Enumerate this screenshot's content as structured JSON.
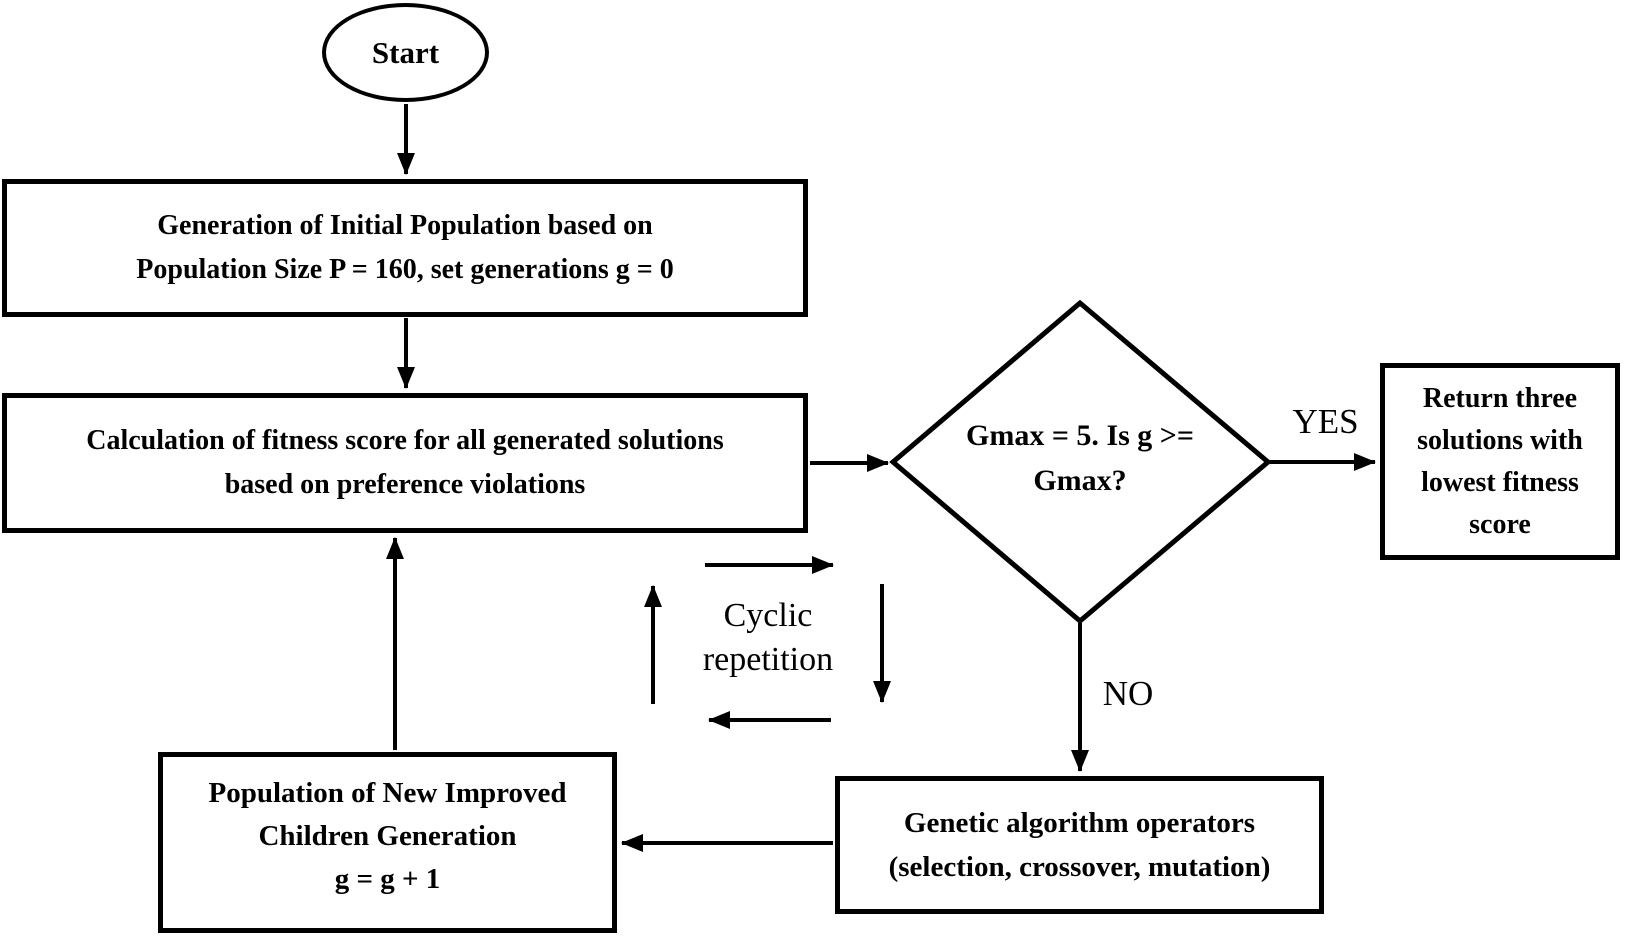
{
  "diagram": {
    "type": "flowchart",
    "nodes": {
      "start": {
        "label": "Start"
      },
      "initial_population": {
        "lines": [
          "Generation of Initial Population based on",
          "Population Size P = 160, set generations g = 0"
        ]
      },
      "fitness_calculation": {
        "lines": [
          "Calculation of fitness score for all generated solutions",
          "based on preference violations"
        ]
      },
      "gmax_decision": {
        "lines": [
          "Gmax = 5.",
          "Is g >= Gmax?"
        ]
      },
      "return_solutions": {
        "lines": [
          "Return three",
          "solutions with",
          "lowest fitness",
          "score"
        ]
      },
      "genetic_operators": {
        "lines": [
          "Genetic algorithm operators",
          "(selection, crossover, mutation)"
        ]
      },
      "new_population": {
        "lines": [
          "Population of New Improved",
          "Children Generation",
          "g = g + 1"
        ]
      }
    },
    "edge_labels": {
      "yes": "YES",
      "no": "NO"
    },
    "annotations": {
      "cyclic": {
        "lines": [
          "Cyclic",
          "repetition"
        ]
      }
    },
    "colors": {
      "stroke": "#000000",
      "background": "#ffffff",
      "text": "#000000"
    }
  }
}
